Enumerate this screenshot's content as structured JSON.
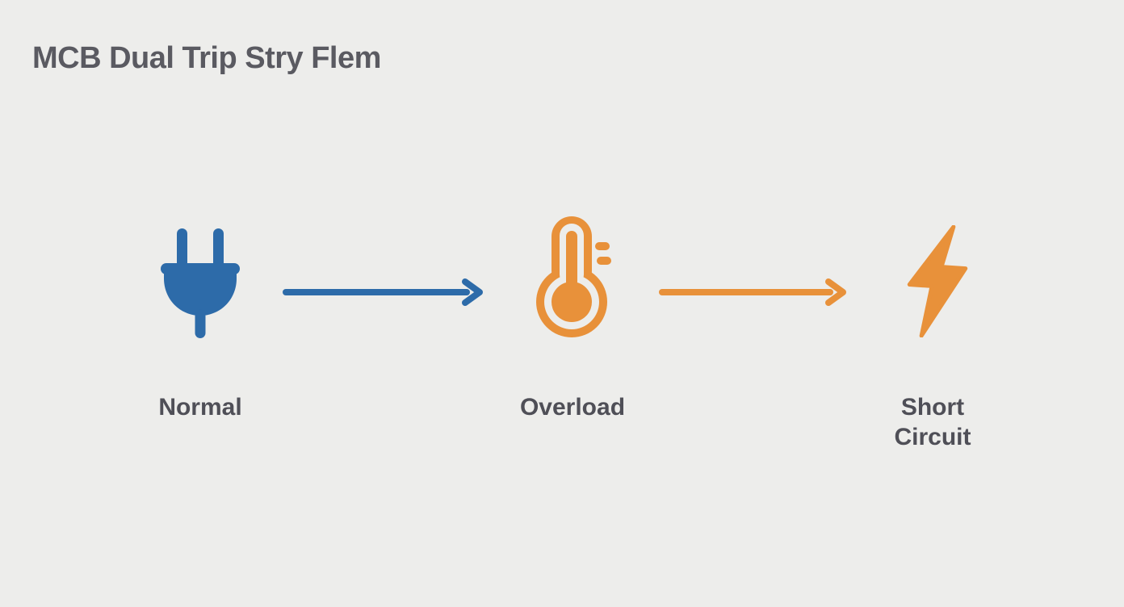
{
  "title": "MCB Dual Trip Stry Flem",
  "colors": {
    "background": "#EDEDEB",
    "title_text": "#5A5A61",
    "label_text": "#4F4F57",
    "blue": "#2D6BA9",
    "orange": "#E8913A"
  },
  "diagram": {
    "stages": [
      {
        "label": "Normal",
        "icon": "power-plug-icon",
        "color": "#2D6BA9"
      },
      {
        "label": "Overload",
        "icon": "thermometer-icon",
        "color": "#E8913A"
      },
      {
        "label": "Short Circuit",
        "icon": "lightning-bolt-icon",
        "color": "#E8913A"
      }
    ],
    "arrows": [
      {
        "from": "Normal",
        "to": "Overload",
        "color": "#2D6BA9"
      },
      {
        "from": "Overload",
        "to": "Short Circuit",
        "color": "#E8913A"
      }
    ]
  }
}
